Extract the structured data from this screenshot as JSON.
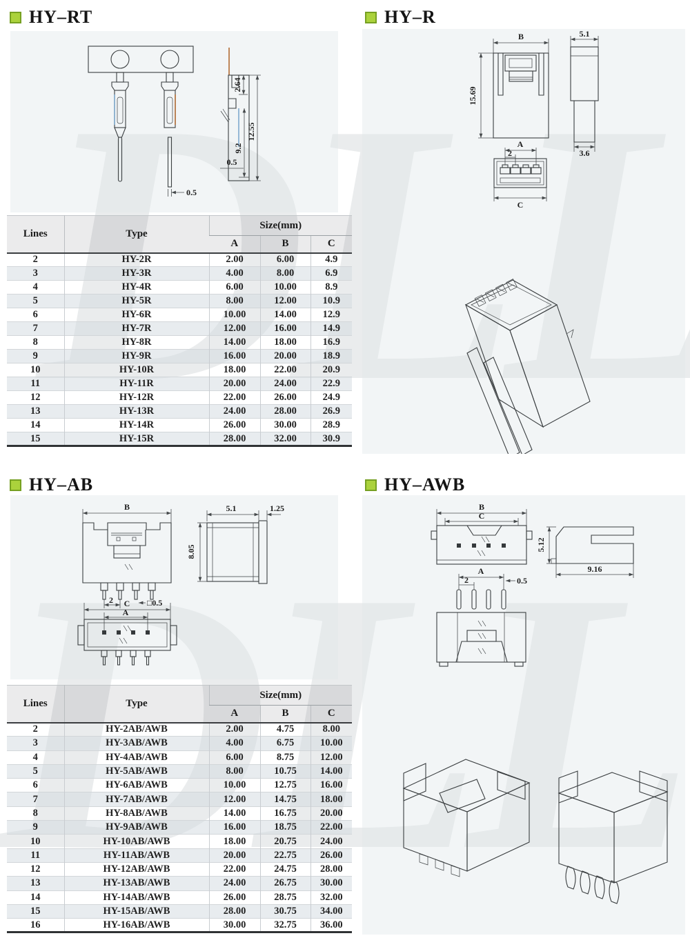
{
  "watermark": {
    "text": "DLL"
  },
  "table_common": {
    "col_lines": "Lines",
    "col_type": "Type",
    "col_size": "Size(mm)",
    "col_a": "A",
    "col_b": "B",
    "col_c": "C"
  },
  "sections": {
    "hy_rt": {
      "title": "HY–RT",
      "dims": {
        "slot": "2.64",
        "overall": "12.55",
        "body": "9.2",
        "step": "0.5",
        "tip": "0.5"
      },
      "table": {
        "rows": [
          [
            "2",
            "HY-2R",
            "2.00",
            "6.00",
            "4.9"
          ],
          [
            "3",
            "HY-3R",
            "4.00",
            "8.00",
            "6.9"
          ],
          [
            "4",
            "HY-4R",
            "6.00",
            "10.00",
            "8.9"
          ],
          [
            "5",
            "HY-5R",
            "8.00",
            "12.00",
            "10.9"
          ],
          [
            "6",
            "HY-6R",
            "10.00",
            "14.00",
            "12.9"
          ],
          [
            "7",
            "HY-7R",
            "12.00",
            "16.00",
            "14.9"
          ],
          [
            "8",
            "HY-8R",
            "14.00",
            "18.00",
            "16.9"
          ],
          [
            "9",
            "HY-9R",
            "16.00",
            "20.00",
            "18.9"
          ],
          [
            "10",
            "HY-10R",
            "18.00",
            "22.00",
            "20.9"
          ],
          [
            "11",
            "HY-11R",
            "20.00",
            "24.00",
            "22.9"
          ],
          [
            "12",
            "HY-12R",
            "22.00",
            "26.00",
            "24.9"
          ],
          [
            "13",
            "HY-13R",
            "24.00",
            "28.00",
            "26.9"
          ],
          [
            "14",
            "HY-14R",
            "26.00",
            "30.00",
            "28.9"
          ],
          [
            "15",
            "HY-15R",
            "28.00",
            "32.00",
            "30.9"
          ]
        ]
      }
    },
    "hy_r": {
      "title": "HY–R",
      "dims": {
        "width_b": "B",
        "side_w": "5.1",
        "height": "15.69",
        "stem": "3.6",
        "pitch_a": "A",
        "pitch": "2",
        "width_c": "C"
      }
    },
    "hy_ab": {
      "title": "HY–AB",
      "dims": {
        "width_b": "B",
        "side_w": "5.1",
        "tab": "1.25",
        "height": "8.05",
        "pitch": "2",
        "pin_sq": "□0.5",
        "width_c": "C",
        "pitch_a": "A"
      },
      "table": {
        "rows": [
          [
            "2",
            "HY-2AB/AWB",
            "2.00",
            "4.75",
            "8.00"
          ],
          [
            "3",
            "HY-3AB/AWB",
            "4.00",
            "6.75",
            "10.00"
          ],
          [
            "4",
            "HY-4AB/AWB",
            "6.00",
            "8.75",
            "12.00"
          ],
          [
            "5",
            "HY-5AB/AWB",
            "8.00",
            "10.75",
            "14.00"
          ],
          [
            "6",
            "HY-6AB/AWB",
            "10.00",
            "12.75",
            "16.00"
          ],
          [
            "7",
            "HY-7AB/AWB",
            "12.00",
            "14.75",
            "18.00"
          ],
          [
            "8",
            "HY-8AB/AWB",
            "14.00",
            "16.75",
            "20.00"
          ],
          [
            "9",
            "HY-9AB/AWB",
            "16.00",
            "18.75",
            "22.00"
          ],
          [
            "10",
            "HY-10AB/AWB",
            "18.00",
            "20.75",
            "24.00"
          ],
          [
            "11",
            "HY-11AB/AWB",
            "20.00",
            "22.75",
            "26.00"
          ],
          [
            "12",
            "HY-12AB/AWB",
            "22.00",
            "24.75",
            "28.00"
          ],
          [
            "13",
            "HY-13AB/AWB",
            "24.00",
            "26.75",
            "30.00"
          ],
          [
            "14",
            "HY-14AB/AWB",
            "26.00",
            "28.75",
            "32.00"
          ],
          [
            "15",
            "HY-15AB/AWB",
            "28.00",
            "30.75",
            "34.00"
          ],
          [
            "16",
            "HY-16AB/AWB",
            "30.00",
            "32.75",
            "36.00"
          ]
        ]
      }
    },
    "hy_awb": {
      "title": "HY–AWB",
      "dims": {
        "width_b": "B",
        "width_c": "C",
        "height": "5.12",
        "depth": "9.16",
        "pitch_a": "A",
        "pitch": "2",
        "pin_w": "0.5"
      }
    }
  }
}
